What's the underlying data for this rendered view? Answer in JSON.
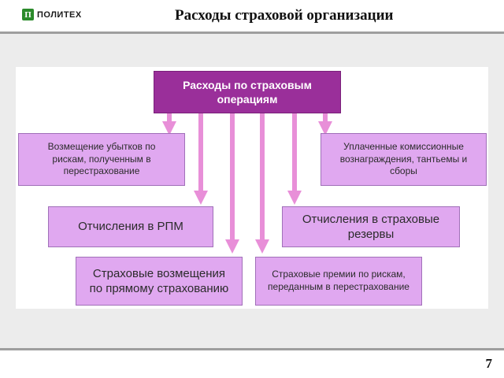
{
  "header": {
    "logo_mark": "П",
    "logo_text": "ПОЛИТЕХ",
    "title": "Расходы страховой организации"
  },
  "diagram": {
    "root": "Расходы по страховым операциям",
    "items": [
      "Возмещение убытков по рискам, полученным в перестрахование",
      "Уплаченные комиссионные вознаграждения, тантьемы и сборы",
      "Отчисления в РПМ",
      "Отчисления в страховые резервы",
      "Страховые возмещения по прямому страхованию",
      "Страховые премии по рискам, переданным в перестрахование"
    ]
  },
  "colors": {
    "root_fill": "#9a2f9a",
    "box_fill": "#e0a8f0",
    "arrow": "#e88fd8",
    "background": "#ececec"
  },
  "footer": {
    "page_number": "7"
  }
}
